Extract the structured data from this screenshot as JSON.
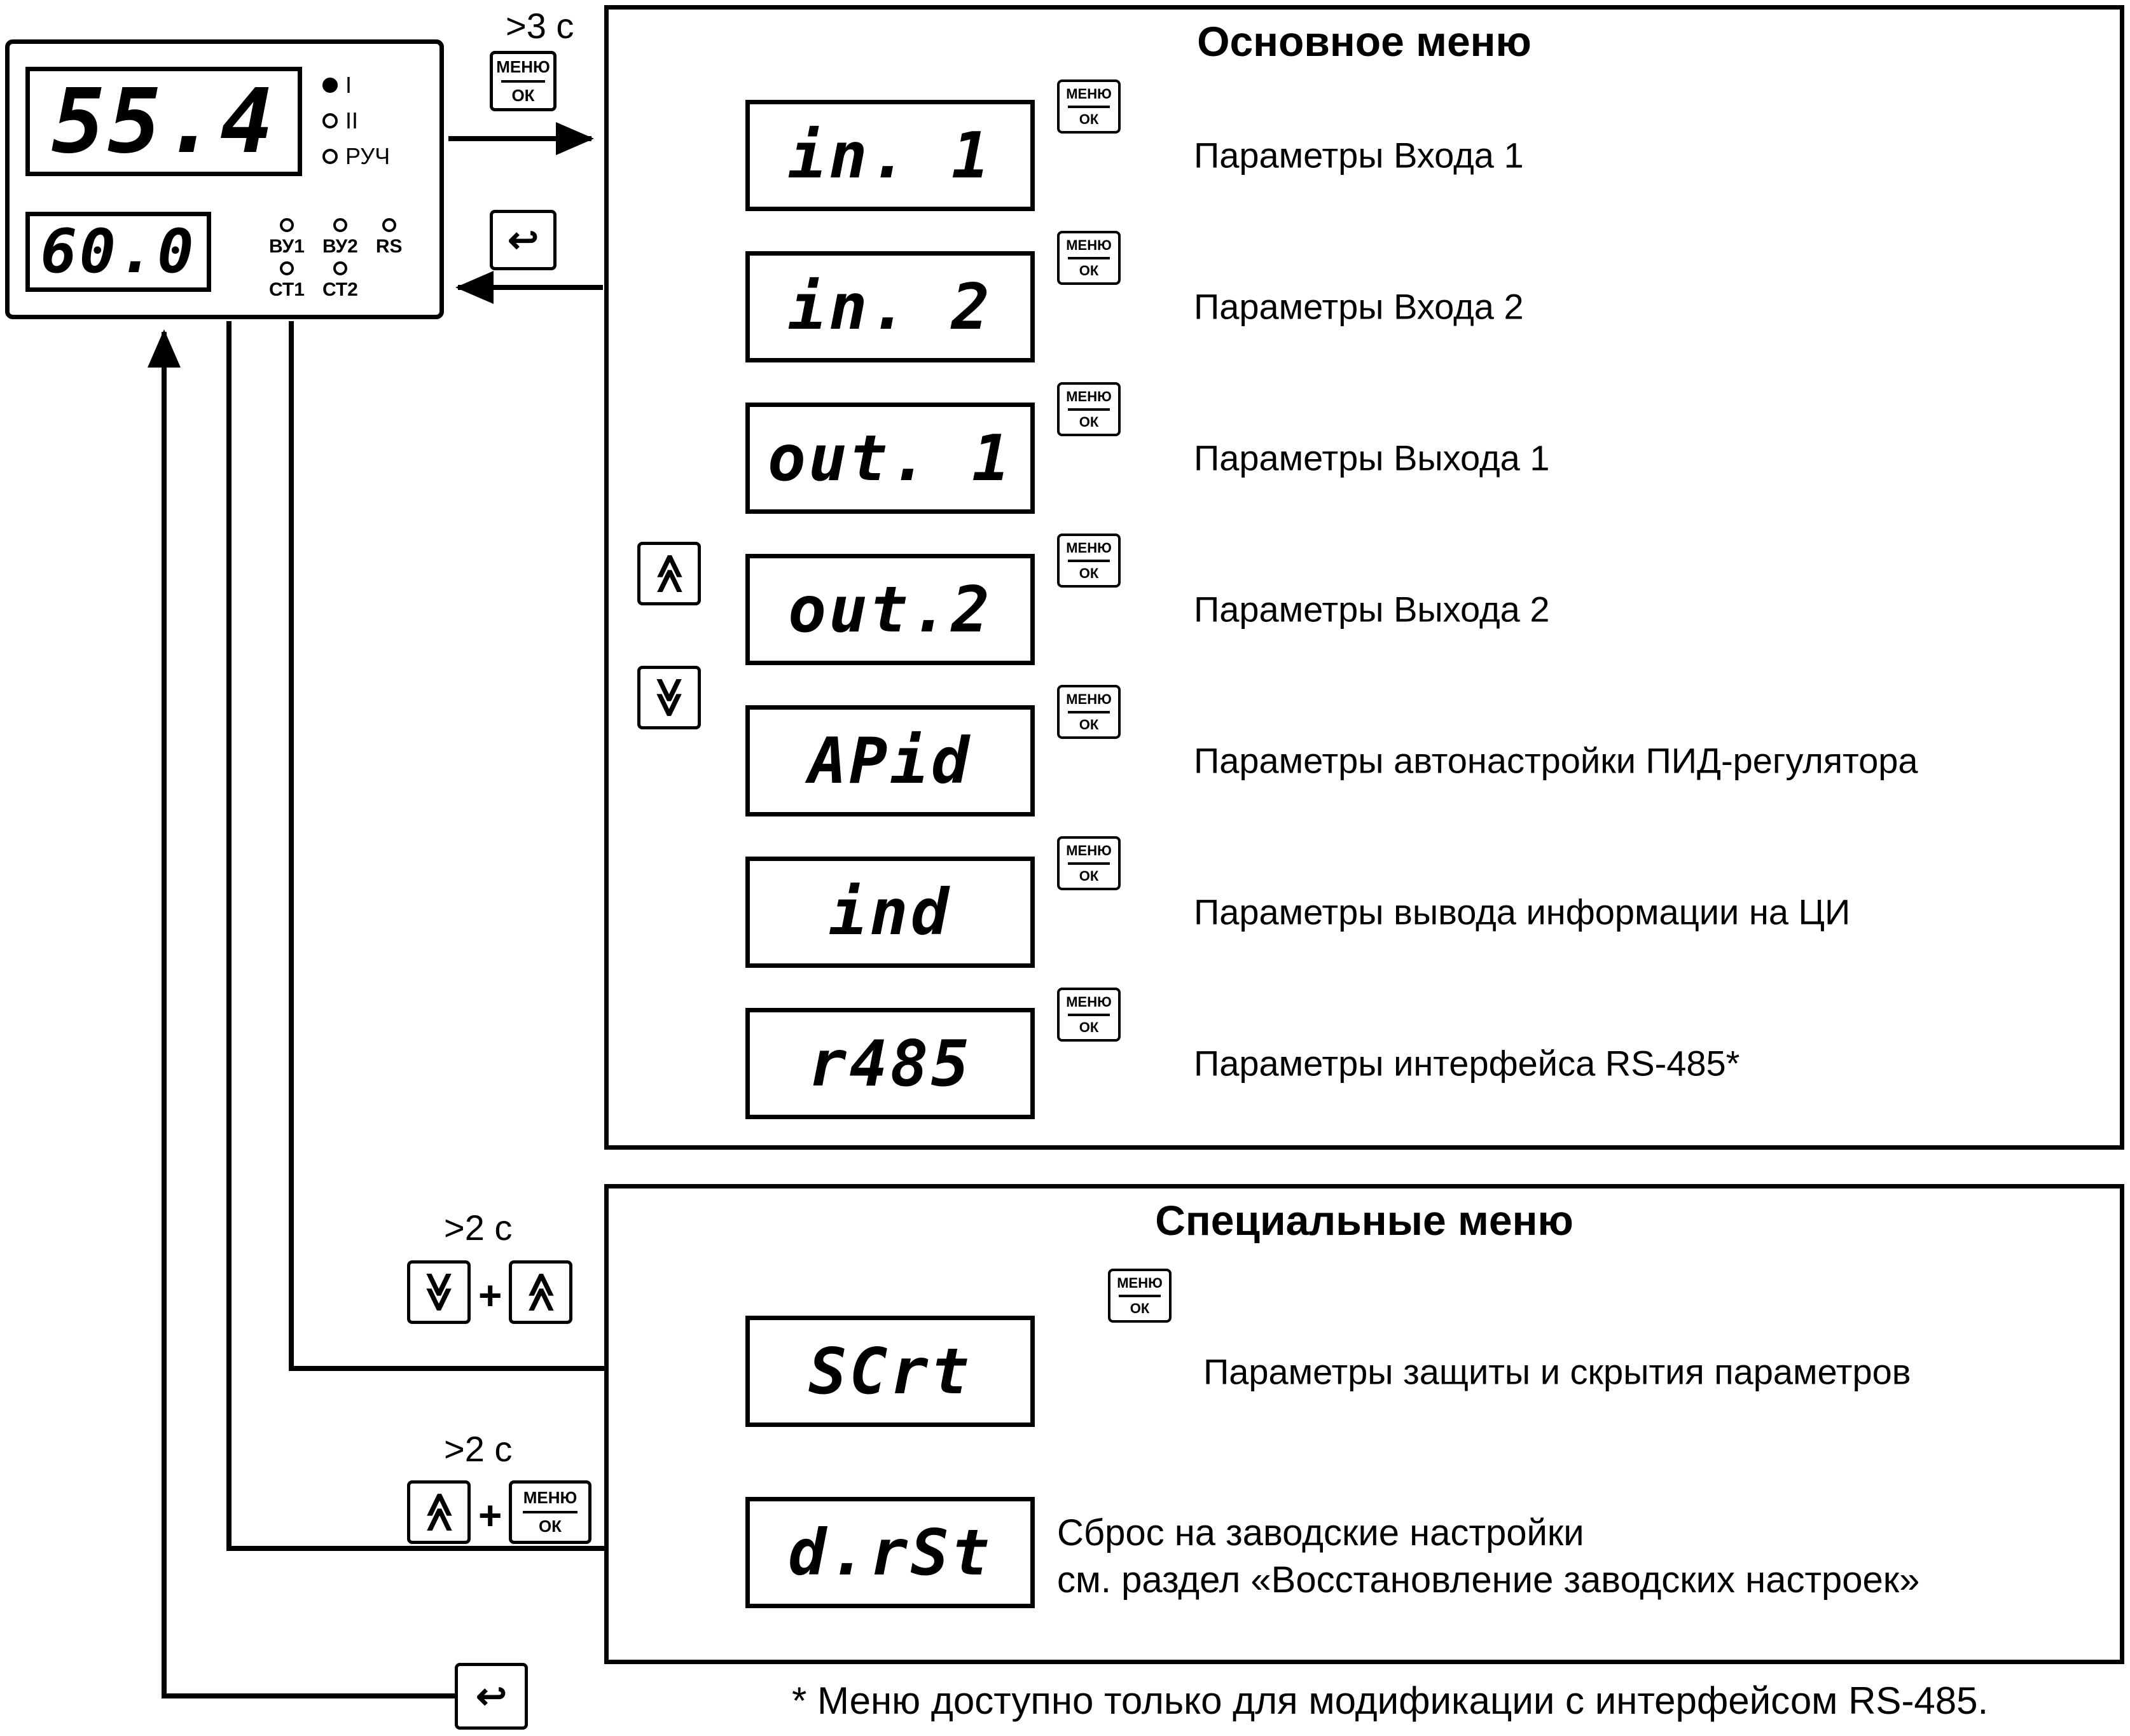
{
  "colors": {
    "ink": "#000000",
    "paper": "#ffffff"
  },
  "icons": {
    "double_chevron": "≫",
    "return_arrow": "↩"
  },
  "device": {
    "display_primary": "55.4",
    "display_secondary": "60.0",
    "mode_leds": [
      {
        "label": "I",
        "on": true
      },
      {
        "label": "II",
        "on": false
      },
      {
        "label": "РУЧ",
        "on": false
      }
    ],
    "status_leds_row1": [
      "ВУ1",
      "ВУ2",
      "RS"
    ],
    "status_leds_row2": [
      "СТ1",
      "СТ2"
    ]
  },
  "controls": {
    "menu_ok": {
      "top": "МЕНЮ",
      "bottom": "ОК"
    },
    "plus": "+",
    "hold_menu": ">3 с",
    "hold_combo1": ">2 с",
    "hold_combo2": ">2 с"
  },
  "main_menu": {
    "title": "Основное меню",
    "items": [
      {
        "display": "in. 1",
        "label": "Параметры Входа 1"
      },
      {
        "display": "in. 2",
        "label": "Параметры Входа 2"
      },
      {
        "display": "out. 1",
        "label": "Параметры Выхода 1"
      },
      {
        "display": "out.2",
        "label": "Параметры Выхода 2"
      },
      {
        "display": "APid",
        "label": "Параметры автонастройки ПИД-регулятора"
      },
      {
        "display": "ind",
        "label": "Параметры вывода информации на ЦИ"
      },
      {
        "display": "r485",
        "label": "Параметры интерфейса RS-485*"
      }
    ]
  },
  "special_menu": {
    "title": "Специальные меню",
    "scrt": {
      "display": "SCrt",
      "label": "Параметры защиты и скрытия параметров"
    },
    "drst": {
      "display": "d.rSt",
      "label_line1": "Сброс на заводские настройки",
      "label_line2": "см. раздел «Восстановление заводских настроек»"
    }
  },
  "footnote": "* Меню доступно только для модификации с интерфейсом RS-485."
}
